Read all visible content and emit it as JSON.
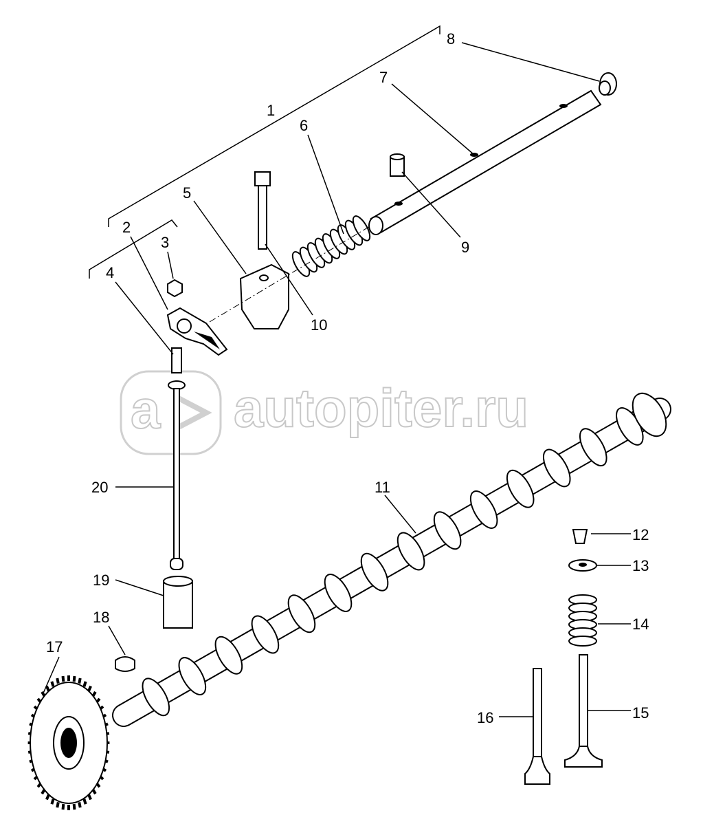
{
  "watermark": {
    "text": "autopiter.ru",
    "logo_letter": "a"
  },
  "callouts": {
    "c1": "1",
    "c2": "2",
    "c3": "3",
    "c4": "4",
    "c5": "5",
    "c6": "6",
    "c7": "7",
    "c8": "8",
    "c9": "9",
    "c10": "10",
    "c11": "11",
    "c12": "12",
    "c13": "13",
    "c14": "14",
    "c15": "15",
    "c16": "16",
    "c17": "17",
    "c18": "18",
    "c19": "19",
    "c20": "20"
  }
}
